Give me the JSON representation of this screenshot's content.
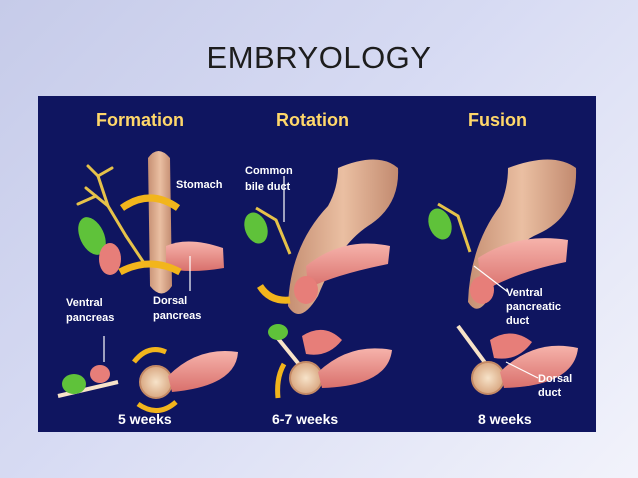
{
  "slide": {
    "title": "EMBRYOLOGY"
  },
  "diagram": {
    "stages": [
      {
        "heading": "Formation",
        "age": "5 weeks"
      },
      {
        "heading": "Rotation",
        "age": "6-7 weeks"
      },
      {
        "heading": "Fusion",
        "age": "8 weeks"
      }
    ],
    "labels": {
      "stomach": "Stomach",
      "common_bile_duct_1": "Common",
      "common_bile_duct_2": "bile duct",
      "ventral_pancreas_1": "Ventral",
      "ventral_pancreas_2": "pancreas",
      "dorsal_pancreas_1": "Dorsal",
      "dorsal_pancreas_2": "pancreas",
      "ventral_duct_1": "Ventral",
      "ventral_duct_2": "pancreatic",
      "ventral_duct_3": "duct",
      "dorsal_duct_1": "Dorsal",
      "dorsal_duct_2": "duct"
    },
    "colors": {
      "panel": "#0f1560",
      "stomach": "#dca98a",
      "pancreas": "#ef9b95",
      "gallbladder": "#5fc23a",
      "arrow": "#f2b51c",
      "heading": "#ffd76a"
    }
  }
}
